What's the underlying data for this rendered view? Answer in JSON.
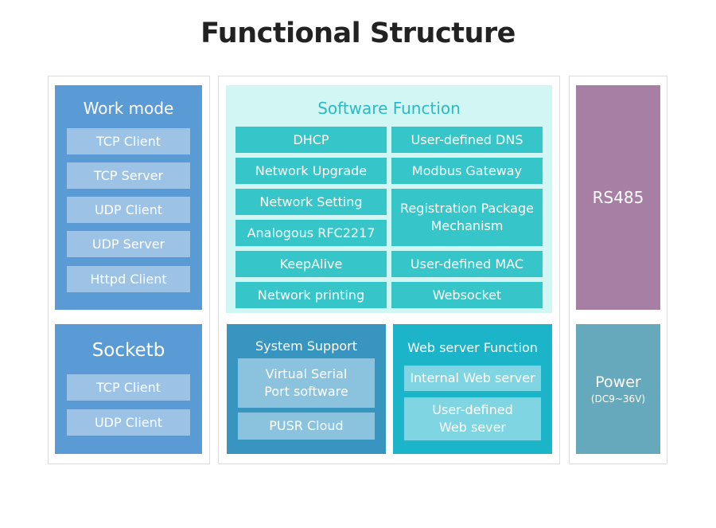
{
  "title": "Functional Structure",
  "work_mode": {
    "title": "Work mode",
    "items": [
      "TCP Client",
      "TCP Server",
      "UDP Client",
      "UDP Server",
      "Httpd Client"
    ]
  },
  "socketb": {
    "title": "Socketb",
    "items": [
      "TCP Client",
      "UDP Client"
    ]
  },
  "software_function": {
    "title": "Software Function",
    "left": [
      "DHCP",
      "Network Upgrade",
      "Network Setting",
      "Analogous RFC2217",
      "KeepAlive",
      "Network printing"
    ],
    "right": [
      "User-defined DNS",
      "Modbus Gateway",
      "Registration Package\nMechanism",
      "User-defined MAC",
      "Websocket"
    ]
  },
  "system_support": {
    "title": "System Support",
    "items": [
      "Virtual Serial\nPort software",
      "PUSR Cloud"
    ]
  },
  "web_server": {
    "title": "Web server Function",
    "items": [
      "Internal Web server",
      "User-defined\nWeb sever"
    ]
  },
  "rs485": {
    "label": "RS485"
  },
  "power": {
    "label": "Power",
    "sub": "(DC9~36V)"
  },
  "colors": {
    "work_mode_bg": "#5b9bd5",
    "work_mode_item": "#9cc3e6",
    "software_bg": "#d2f6f4",
    "software_item": "#36c6c9",
    "software_title": "#2bb9c4",
    "system_support_bg": "#3795bf",
    "system_support_item": "#8bc2dd",
    "web_server_bg": "#1cb4c8",
    "web_server_item": "#7fd6e2",
    "rs485_bg": "#a77fa5",
    "power_bg": "#67a9bc"
  }
}
